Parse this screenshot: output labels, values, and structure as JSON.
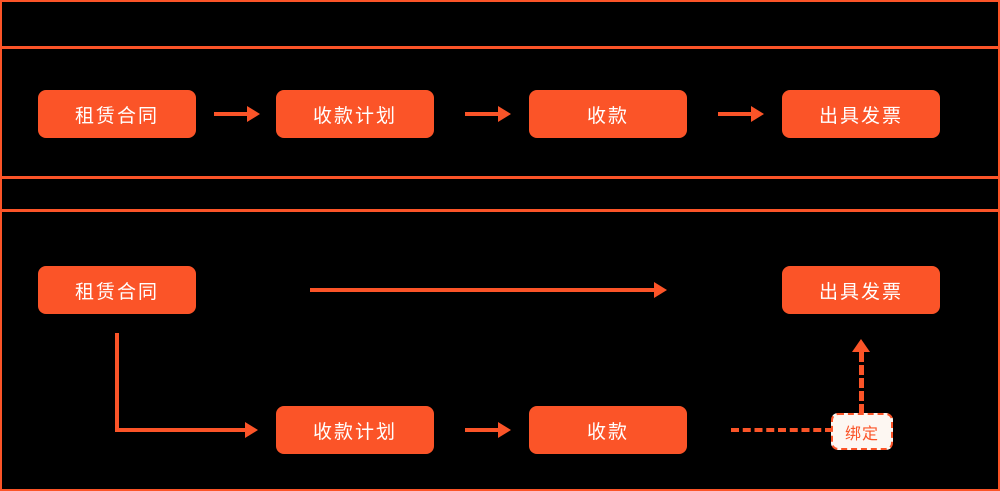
{
  "diagram": {
    "accent_color": "#FB5428",
    "background_color": "#000000",
    "node_text_color": "#FFFFFF",
    "badge_background_color": "#FDF7F2",
    "flows": [
      {
        "id": "linear-flow",
        "nodes": [
          {
            "label": "租赁合同"
          },
          {
            "label": "收款计划"
          },
          {
            "label": "收款"
          },
          {
            "label": "出具发票"
          }
        ],
        "connectors": [
          {
            "type": "arrow-right"
          },
          {
            "type": "arrow-right"
          },
          {
            "type": "arrow-right"
          }
        ]
      },
      {
        "id": "branching-flow",
        "nodes": [
          {
            "label": "租赁合同"
          },
          {
            "label": "出具发票"
          },
          {
            "label": "收款计划"
          },
          {
            "label": "收款"
          }
        ],
        "badge": {
          "label": "绑定"
        },
        "connectors": [
          {
            "type": "long-arrow-right"
          },
          {
            "type": "elbow-down-right-arrow"
          },
          {
            "type": "arrow-right"
          },
          {
            "type": "dashed-line-left"
          },
          {
            "type": "dashed-arrow-up"
          }
        ]
      }
    ]
  }
}
